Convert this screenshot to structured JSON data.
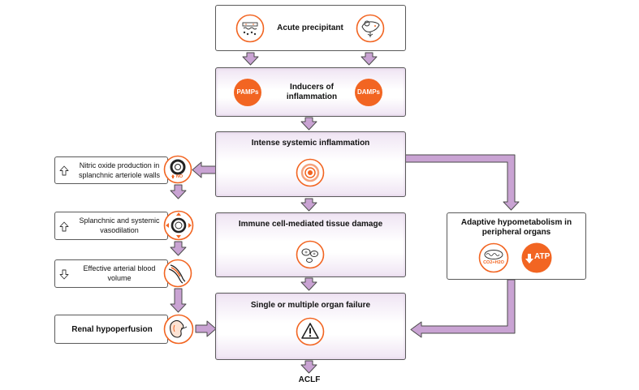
{
  "nodes": {
    "acute_precipitant": "Acute precipitant",
    "inducers": "Inducers of inflammation",
    "pamps": "PAMPs",
    "damps": "DAMPs",
    "intense_inflammation": "Intense systemic inflammation",
    "immune_damage": "Immune cell-mediated tissue damage",
    "organ_failure": "Single or multiple organ failure",
    "aclf": "ACLF",
    "hypometabolism": "Adaptive hypometabolism in peripheral organs",
    "atp": "ATP",
    "co2_h2o": "CO2+H2O",
    "nitric_oxide": "Nitric oxide production in splanchnic arteriole walls",
    "no_label": "NO",
    "vasodilation": "Splanchnic and systemic vasodilation",
    "arterial_volume": "Effective arterial blood volume",
    "renal": "Renal hypoperfusion"
  },
  "colors": {
    "orange": "#f26522",
    "arrow_fill": "#c9a3d3",
    "arrow_stroke": "#4a4a4a",
    "box_tint": "#efe4f3"
  },
  "icons": [
    "bacteria-icon",
    "liver-icon",
    "target-icon",
    "cells-icon",
    "warning-icon",
    "arteriole-icon",
    "vasodilation-icon",
    "vessel-icon",
    "kidney-icon",
    "mitochondria-icon",
    "atp-down-icon",
    "up-arrow-icon",
    "down-arrow-icon"
  ]
}
